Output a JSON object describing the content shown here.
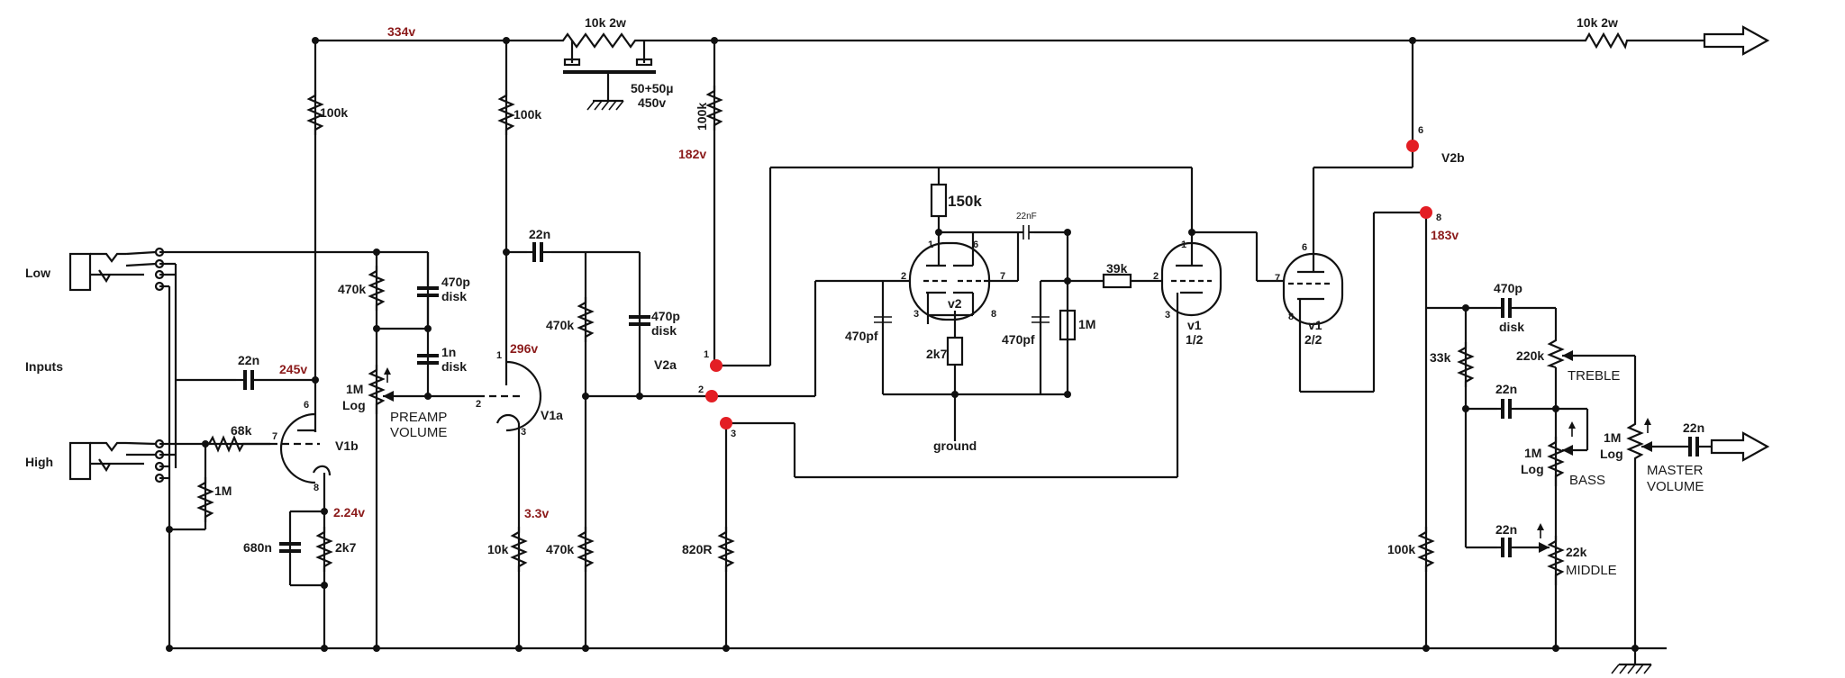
{
  "labels": {
    "input_low": "Low",
    "input_high": "High",
    "inputs": "Inputs",
    "ground": "ground",
    "preamp_volume_1": "PREAMP",
    "preamp_volume_2": "VOLUME",
    "treble": "TREBLE",
    "bass": "BASS",
    "middle": "MIDDLE",
    "master_volume_1": "MASTER",
    "master_volume_2": "VOLUME"
  },
  "voltages": {
    "v334": "334v",
    "v245": "245v",
    "v296": "296v",
    "v182": "182v",
    "v183": "183v",
    "v224": "2.24v",
    "v33": "3.3v"
  },
  "tubes": {
    "v1b": "V1b",
    "v1a": "V1a",
    "v2a": "V2a",
    "v2b": "V2b",
    "v2": "v2",
    "v1_half1_a": "v1",
    "v1_half1_b": "1/2",
    "v1_half2_a": "v1",
    "v1_half2_b": "2/2"
  },
  "components": {
    "r_top1": "10k 2w",
    "r_top2": "10k 2w",
    "filter_cap_1": "50+50µ",
    "filter_cap_2": "450v",
    "r100k_a": "100k",
    "r100k_b": "100k",
    "r100k_c": "100k",
    "r100k_d": "100k",
    "r470k_a": "470k",
    "r470k_b": "470k",
    "r470k_c": "470k",
    "c470p_1a": "470p",
    "c470p_1b": "disk",
    "c470p_2a": "470p",
    "c470p_2b": "disk",
    "c470p_3a": "470p",
    "c470p_3b": "disk",
    "c1n_a": "1n",
    "c1n_b": "disk",
    "c22n_a": "22n",
    "c22n_b": "22n",
    "c22n_c": "22n",
    "c22n_d": "22n",
    "c22n_e": "22n",
    "pot1m_a": "1M",
    "pot1m_b": "Log",
    "r68k": "68k",
    "r1m_a": "1M",
    "r1m_b": "1M",
    "c680n": "680n",
    "r2k7_a": "2k7",
    "r2k7_b": "2k7",
    "r10k": "10k",
    "r820": "820R",
    "r150k": "150k",
    "c22nf": "22nF",
    "c470pf_a": "470pf",
    "c470pf_b": "470pf",
    "r39k": "39k",
    "r33k": "33k",
    "pot220k": "220k",
    "bass_1m": "1M",
    "bass_log": "Log",
    "pot22k": "22k",
    "master_1m": "1M",
    "master_log": "Log"
  },
  "pins": {
    "p1": "1",
    "p2": "2",
    "p3": "3",
    "p6": "6",
    "p7": "7",
    "p8": "8"
  },
  "colors": {
    "wire": "#111111",
    "voltage_text": "#8b1a1a",
    "connection_point": "#e31e24",
    "background": "#ffffff"
  }
}
